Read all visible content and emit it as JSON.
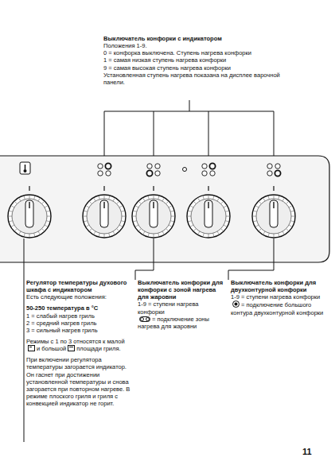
{
  "diagram": {
    "labels": [
      "Выключатель конфорки с индикатором",
      "Положения 1-9.",
      "0 = конфорка выключена. Ступень нагрева конфорки",
      "1 = самая низкая ступень нагрева конфорки",
      "9 = самая высокая ступень нагрева конфорки",
      "Установленная ступень нагрева показана на дисплее варочной панели.",
      "Регулятор температуры духового шкафа с индикатором",
      "Есть следующие положения:",
      "50-250 температура в °C",
      "1 = слабый нагрев гриль",
      "2 = средний нагрев гриль",
      "3 = сильный нагрев гриль",
      "Режимы с 1 по 3 относятся к малой",
      "и большой",
      "площади гриля.",
      "При включении регулятора температуры загорается индикатор. Он гаснет при достижении установленной температуры и снова загорается при повторном нагреве. В режиме плоского гриля и гриля с конвекцией индикатор не горит.",
      "Выключатель конфорки для конфорки с зоной нагрева для жаровни",
      "1-9 = ступени нагрева конфорки",
      "= подключение зоны нагрева для жаровни",
      "Выключатель конфорки для двухконтурной конфорки",
      "1-9 = ступени нагрева конфорки",
      "= подключение большого контура двухконтурной конфорки",
      "11"
    ]
  }
}
